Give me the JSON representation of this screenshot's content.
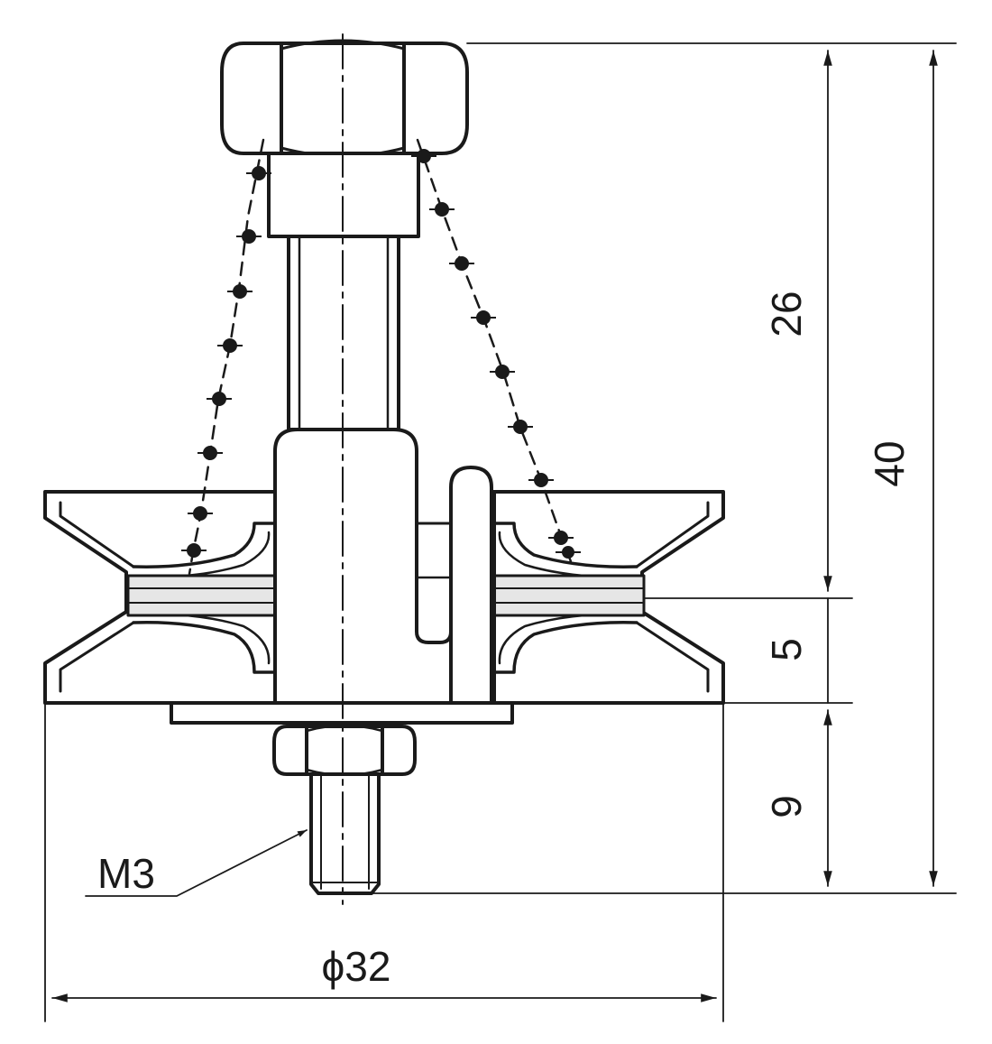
{
  "dimensions": {
    "total_height": "40",
    "upper_height": "26",
    "groove_width": "5",
    "lower_height": "9",
    "diameter": "ϕ32",
    "thread": "M3"
  },
  "colors": {
    "line": "#1a1a1a",
    "fill": "#ffffff",
    "belt_fill": "#e6e6e6"
  }
}
